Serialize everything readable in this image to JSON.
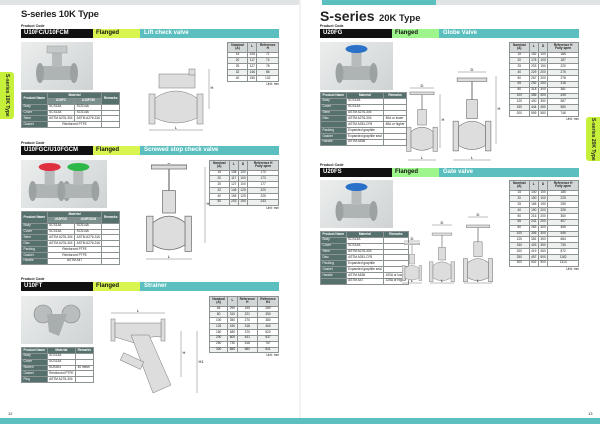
{
  "left_page": {
    "title": "S-series 10K Type",
    "side_tab": "S-series 10K Type",
    "page_number": "12",
    "sections": [
      {
        "product_code_label": "Product Code",
        "code": "U10FC/U10FCM",
        "connection": "Flanged",
        "name": "Lift check valve",
        "material": {
          "header": [
            "Product Name",
            "Material",
            "Remarks"
          ],
          "subheader": [
            "U10FC",
            "U10FCM"
          ],
          "rows": [
            [
              "Body",
              "SCS13A",
              "SCS14A",
              ""
            ],
            [
              "Cover",
              "SCS13A",
              "SCS14A",
              ""
            ],
            [
              "Stem",
              "ASTM A276-304",
              "ASTM A276-316",
              ""
            ],
            [
              "Gasket",
              "Reinforced PTFE",
              null,
              ""
            ]
          ]
        },
        "dims": {
          "header": [
            "Nominal (A)",
            "L",
            "Reference H"
          ],
          "rows": [
            [
              "15",
              "108",
              "71"
            ],
            [
              "20",
              "117",
              "74"
            ],
            [
              "25",
              "127",
              "78"
            ],
            [
              "32",
              "146",
              "86"
            ],
            [
              "40",
              "155",
              "102"
            ]
          ],
          "unit": "Unit: mm"
        }
      },
      {
        "product_code_label": "Product Code",
        "code": "U10FGC/U10FGCM",
        "connection": "Flanged",
        "name": "Screwed stop check valve",
        "material": {
          "header": [
            "Product Name",
            "Material",
            "Remarks"
          ],
          "subheader": [
            "U10FGC",
            "U10FGCM"
          ],
          "rows": [
            [
              "Body",
              "SCS13A",
              "SCS14A",
              ""
            ],
            [
              "Cover",
              "SCS13A",
              "SCS14A",
              ""
            ],
            [
              "Stem",
              "ASTM A276-304",
              "ASTM A276-316",
              ""
            ],
            [
              "Disc",
              "ASTM A276-304",
              "ASTM A276-316",
              ""
            ],
            [
              "Packing",
              "Reinforced PTFE",
              null,
              ""
            ],
            [
              "Gasket",
              "Reinforced PTFE",
              null,
              ""
            ],
            [
              "Handle",
              "ASTM A47",
              null,
              ""
            ]
          ]
        },
        "dims": {
          "header": [
            "Nominal (A)",
            "L",
            "D",
            "Reference H Fully open"
          ],
          "rows": [
            [
              "15",
              "108",
              "100",
              "170"
            ],
            [
              "20",
              "117",
              "100",
              "173"
            ],
            [
              "25",
              "127",
              "100",
              "177"
            ],
            [
              "32",
              "146",
              "125",
              "220"
            ],
            [
              "40",
              "155",
              "125",
              "225"
            ],
            [
              "50",
              "203",
              "150",
              "243"
            ]
          ],
          "unit": "Unit: mm"
        }
      },
      {
        "product_code_label": "Product Code",
        "code": "U10FT",
        "connection": "Flanged",
        "name": "Strainer",
        "material": {
          "header": [
            "Product Name",
            "Material",
            "Remarks"
          ],
          "rows": [
            [
              "Body",
              "SCS13A",
              ""
            ],
            [
              "Cover",
              "SCS13A",
              ""
            ],
            [
              "Screen",
              "SUS304",
              "40 mesh"
            ],
            [
              "Gasket",
              "Reinforced PTFE",
              ""
            ],
            [
              "Plug",
              "ASTM A276-304",
              ""
            ]
          ]
        },
        "dims": {
          "header": [
            "Nominal (A)",
            "L",
            "Reference H",
            "Reference H1"
          ],
          "rows": [
            [
              "65",
              "290",
              "195",
              "289"
            ],
            [
              "80",
              "310",
              "221",
              "350"
            ],
            [
              "100",
              "350",
              "270",
              "380"
            ],
            [
              "125",
              "430",
              "318",
              "460"
            ],
            [
              "150",
              "480",
              "370",
              "520"
            ],
            [
              "200",
              "600",
              "441",
              "637"
            ],
            [
              "250",
              "730",
              "518",
              "767"
            ],
            [
              "300",
              "850",
              "580",
              "841"
            ]
          ],
          "unit": "Unit: mm"
        }
      }
    ]
  },
  "right_page": {
    "title_main": "S-series",
    "title_sub": "20K Type",
    "side_tab": "S-series 20K Type",
    "page_number": "13",
    "sections": [
      {
        "product_code_label": "Product Code",
        "code": "U20FG",
        "connection": "Flanged",
        "name": "Globe Valve",
        "material": {
          "header": [
            "Product Name",
            "Material",
            "Remarks"
          ],
          "rows": [
            [
              "Body",
              "SCS13A",
              ""
            ],
            [
              "Cover",
              "SCS13A",
              ""
            ],
            [
              "Stem",
              "ASTM A276-304",
              ""
            ],
            [
              "Disc",
              "ASTM A276-304",
              "50A or lower"
            ],
            [
              "",
              "ASTM A351-CF8",
              "65A or higher"
            ],
            [
              "Packing",
              "Expanded graphite",
              ""
            ],
            [
              "Gasket",
              "Expanded graphite seal",
              ""
            ],
            [
              "Handle",
              "ASTM A536",
              ""
            ]
          ]
        },
        "dims": {
          "header": [
            "Nominal (A)",
            "L",
            "D",
            "Reference H Fully open"
          ],
          "rows": [
            [
              "15",
              "152",
              "100",
              "185"
            ],
            [
              "20",
              "178",
              "100",
              "187"
            ],
            [
              "25",
              "203",
              "150",
              "220"
            ],
            [
              "40",
              "229",
              "200",
              "275"
            ],
            [
              "50",
              "267",
              "200",
              "278"
            ],
            [
              "65",
              "292",
              "250",
              "318"
            ],
            [
              "80",
              "318",
              "300",
              "381"
            ],
            [
              "100",
              "356",
              "400",
              "435"
            ],
            [
              "125",
              "400",
              "350",
              "587"
            ],
            [
              "150",
              "444",
              "450",
              "580"
            ],
            [
              "200",
              "559",
              "580",
              "746"
            ]
          ],
          "unit": "Unit: mm"
        }
      },
      {
        "product_code_label": "Product Code",
        "code": "U20FS",
        "connection": "Flanged",
        "name": "Gate valve",
        "material": {
          "header": [
            "Product Name",
            "Material",
            "Remarks"
          ],
          "rows": [
            [
              "Body",
              "SCS13A",
              ""
            ],
            [
              "Cover",
              "SCS13A",
              ""
            ],
            [
              "Stem",
              "ASTM A276-304",
              ""
            ],
            [
              "Disc",
              "ASTM A351-CF8",
              ""
            ],
            [
              "Packing",
              "Expanded graphite",
              ""
            ],
            [
              "Gasket",
              "Expanded graphite seal",
              ""
            ],
            [
              "Handle",
              "ASTM A536",
              "100A or lower"
            ],
            [
              "",
              "ASTM A47",
              "125A or higher"
            ]
          ]
        },
        "dims": {
          "header": [
            "Nominal (A)",
            "L",
            "D",
            "Reference H Fully open"
          ],
          "rows": [
            [
              "15",
              "140",
              "100",
              "185"
            ],
            [
              "20",
              "150",
              "100",
              "225"
            ],
            [
              "25",
              "165",
              "150",
              "255"
            ],
            [
              "40",
              "190",
              "200",
              "325"
            ],
            [
              "50",
              "216",
              "200",
              "360"
            ],
            [
              "65",
              "241",
              "200",
              "407"
            ],
            [
              "80",
              "283",
              "300",
              "455"
            ],
            [
              "100",
              "305",
              "300",
              "546"
            ],
            [
              "125",
              "381",
              "350",
              "684"
            ],
            [
              "150",
              "403",
              "350",
              "735"
            ],
            [
              "200",
              "419",
              "450",
              "872"
            ],
            [
              "250",
              "457",
              "500",
              "1182"
            ],
            [
              "300",
              "502",
              "500",
              "1314"
            ]
          ],
          "unit": "Unit: mm"
        }
      }
    ]
  },
  "drawing_labels": {
    "L": "L",
    "H": "H",
    "D": "D",
    "H1": "H1"
  },
  "colors": {
    "teal": "#5bbfbf",
    "lime": "#d8f550",
    "green": "#9ef58c",
    "handwheel_red": "#e03040",
    "handwheel_green": "#2fb84a",
    "handwheel_blue": "#2a72c8"
  }
}
